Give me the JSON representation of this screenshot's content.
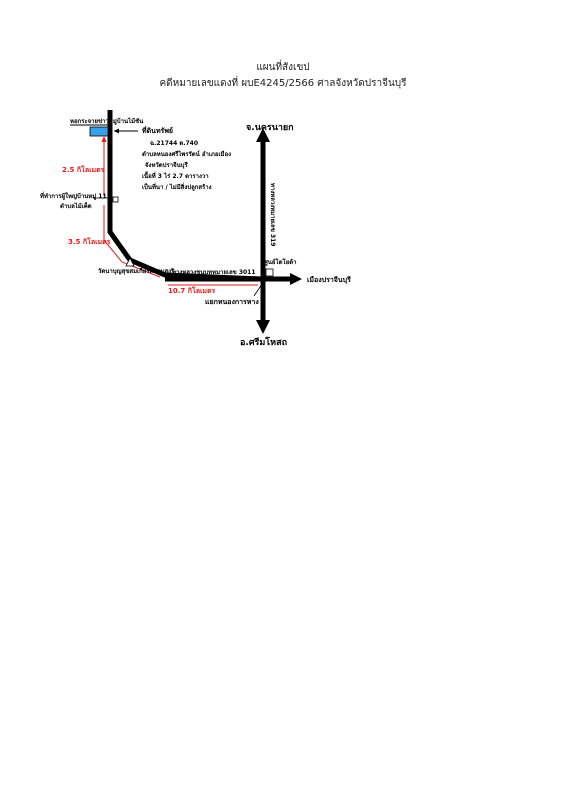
{
  "header": {
    "title": "แผนที่สังเขป",
    "case_line": "คดีหมายเลขแดงที่ ผบE4245/2566 ศาลจังหวัดปราจีนบุรี"
  },
  "map": {
    "top_left_label": "หอกระจายข่าวหมู่บ้านไม้ชัน",
    "property_title": "ที่ดินทรัพย์",
    "property_details": [
      "ฉ.21744 ด.740",
      "ตำบลหนองศรีไพรรัตน์ อำเภอเมือง",
      "จังหวัดปราจีนบุรี",
      "เนื้อที่ 3 ไร่ 2.7 ตารางวา",
      "เป็นที่นา / ไม่มีสิ่งปลูกสร้าง"
    ],
    "village_label_1": "ที่ทำการผู้ใหญ่บ้านหมู่ 11",
    "village_label_2": "ตำบลไม้เค็ด",
    "dist_top": "2.5 กิโลเมตร",
    "dist_mid": "3.5 กิโลเมตร",
    "dist_bottom": "10.7 กิโลเมตร",
    "temple_label": "วัดนาบุญสุขสมเกียรติมาบสูงริ",
    "road_3011": "ทางหลวงชนบทหมายเลข 3011",
    "highway_319": "ทางหลวงหมายเลข 319",
    "north_dest": "จ.นครนายก",
    "south_dest": "อ.ศรีมโหสถ",
    "east_dest": "เมืองปราจีนบุรี",
    "junction_name": "แยกหนองการหาง",
    "shop_label": "ศูนย์โตโยต้า",
    "colors": {
      "road": "#000000",
      "distance_line": "#e21c1c",
      "parcel_fill": "#3aa0e8"
    }
  }
}
